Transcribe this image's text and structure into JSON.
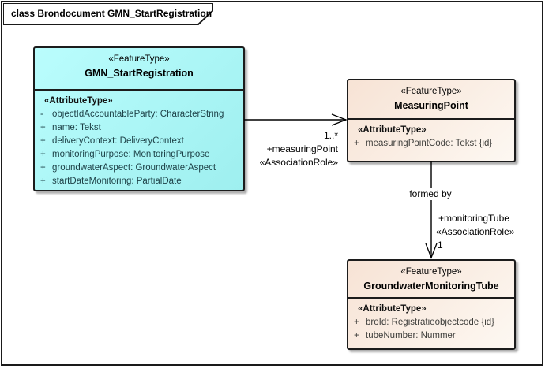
{
  "frame": {
    "title": "class Brondocument GMN_StartRegistration"
  },
  "classes": [
    {
      "stereotype": "«FeatureType»",
      "name": "GMN_StartRegistration",
      "attr_header": "«AttributeType»",
      "attributes": [
        {
          "vis": "-",
          "text": "objectIdAccountableParty: CharacterString"
        },
        {
          "vis": "+",
          "text": "name: Tekst"
        },
        {
          "vis": "+",
          "text": "deliveryContext: DeliveryContext"
        },
        {
          "vis": "+",
          "text": "monitoringPurpose: MonitoringPurpose"
        },
        {
          "vis": "+",
          "text": "groundwaterAspect: GroundwaterAspect"
        },
        {
          "vis": "+",
          "text": "startDateMonitoring: PartialDate"
        }
      ]
    },
    {
      "stereotype": "«FeatureType»",
      "name": "MeasuringPoint",
      "attr_header": "«AttributeType»",
      "attributes": [
        {
          "vis": "+",
          "text": "measuringPointCode: Tekst {id}"
        }
      ]
    },
    {
      "stereotype": "«FeatureType»",
      "name": "GroundwaterMonitoringTube",
      "attr_header": "«AttributeType»",
      "attributes": [
        {
          "vis": "+",
          "text": "broId: Registratieobjectcode {id}"
        },
        {
          "vis": "+",
          "text": "tubeNumber: Nummer"
        }
      ]
    }
  ],
  "associations": [
    {
      "multiplicity": "1..*",
      "role": "+measuringPoint",
      "stereotype": "«AssociationRole»"
    },
    {
      "name": "formed by",
      "role": "+monitoringTube",
      "stereotype": "«AssociationRole»",
      "multiplicity": "1"
    }
  ],
  "colors": {
    "cyan-top": "#BAFDFD",
    "cyan-bottom": "#9EEFEF",
    "peach-top": "#F7E3D5",
    "peach-bottom": "#FDF8F2",
    "attr-cyan": "#1D4147",
    "attr-peach": "#3F3F3C"
  }
}
